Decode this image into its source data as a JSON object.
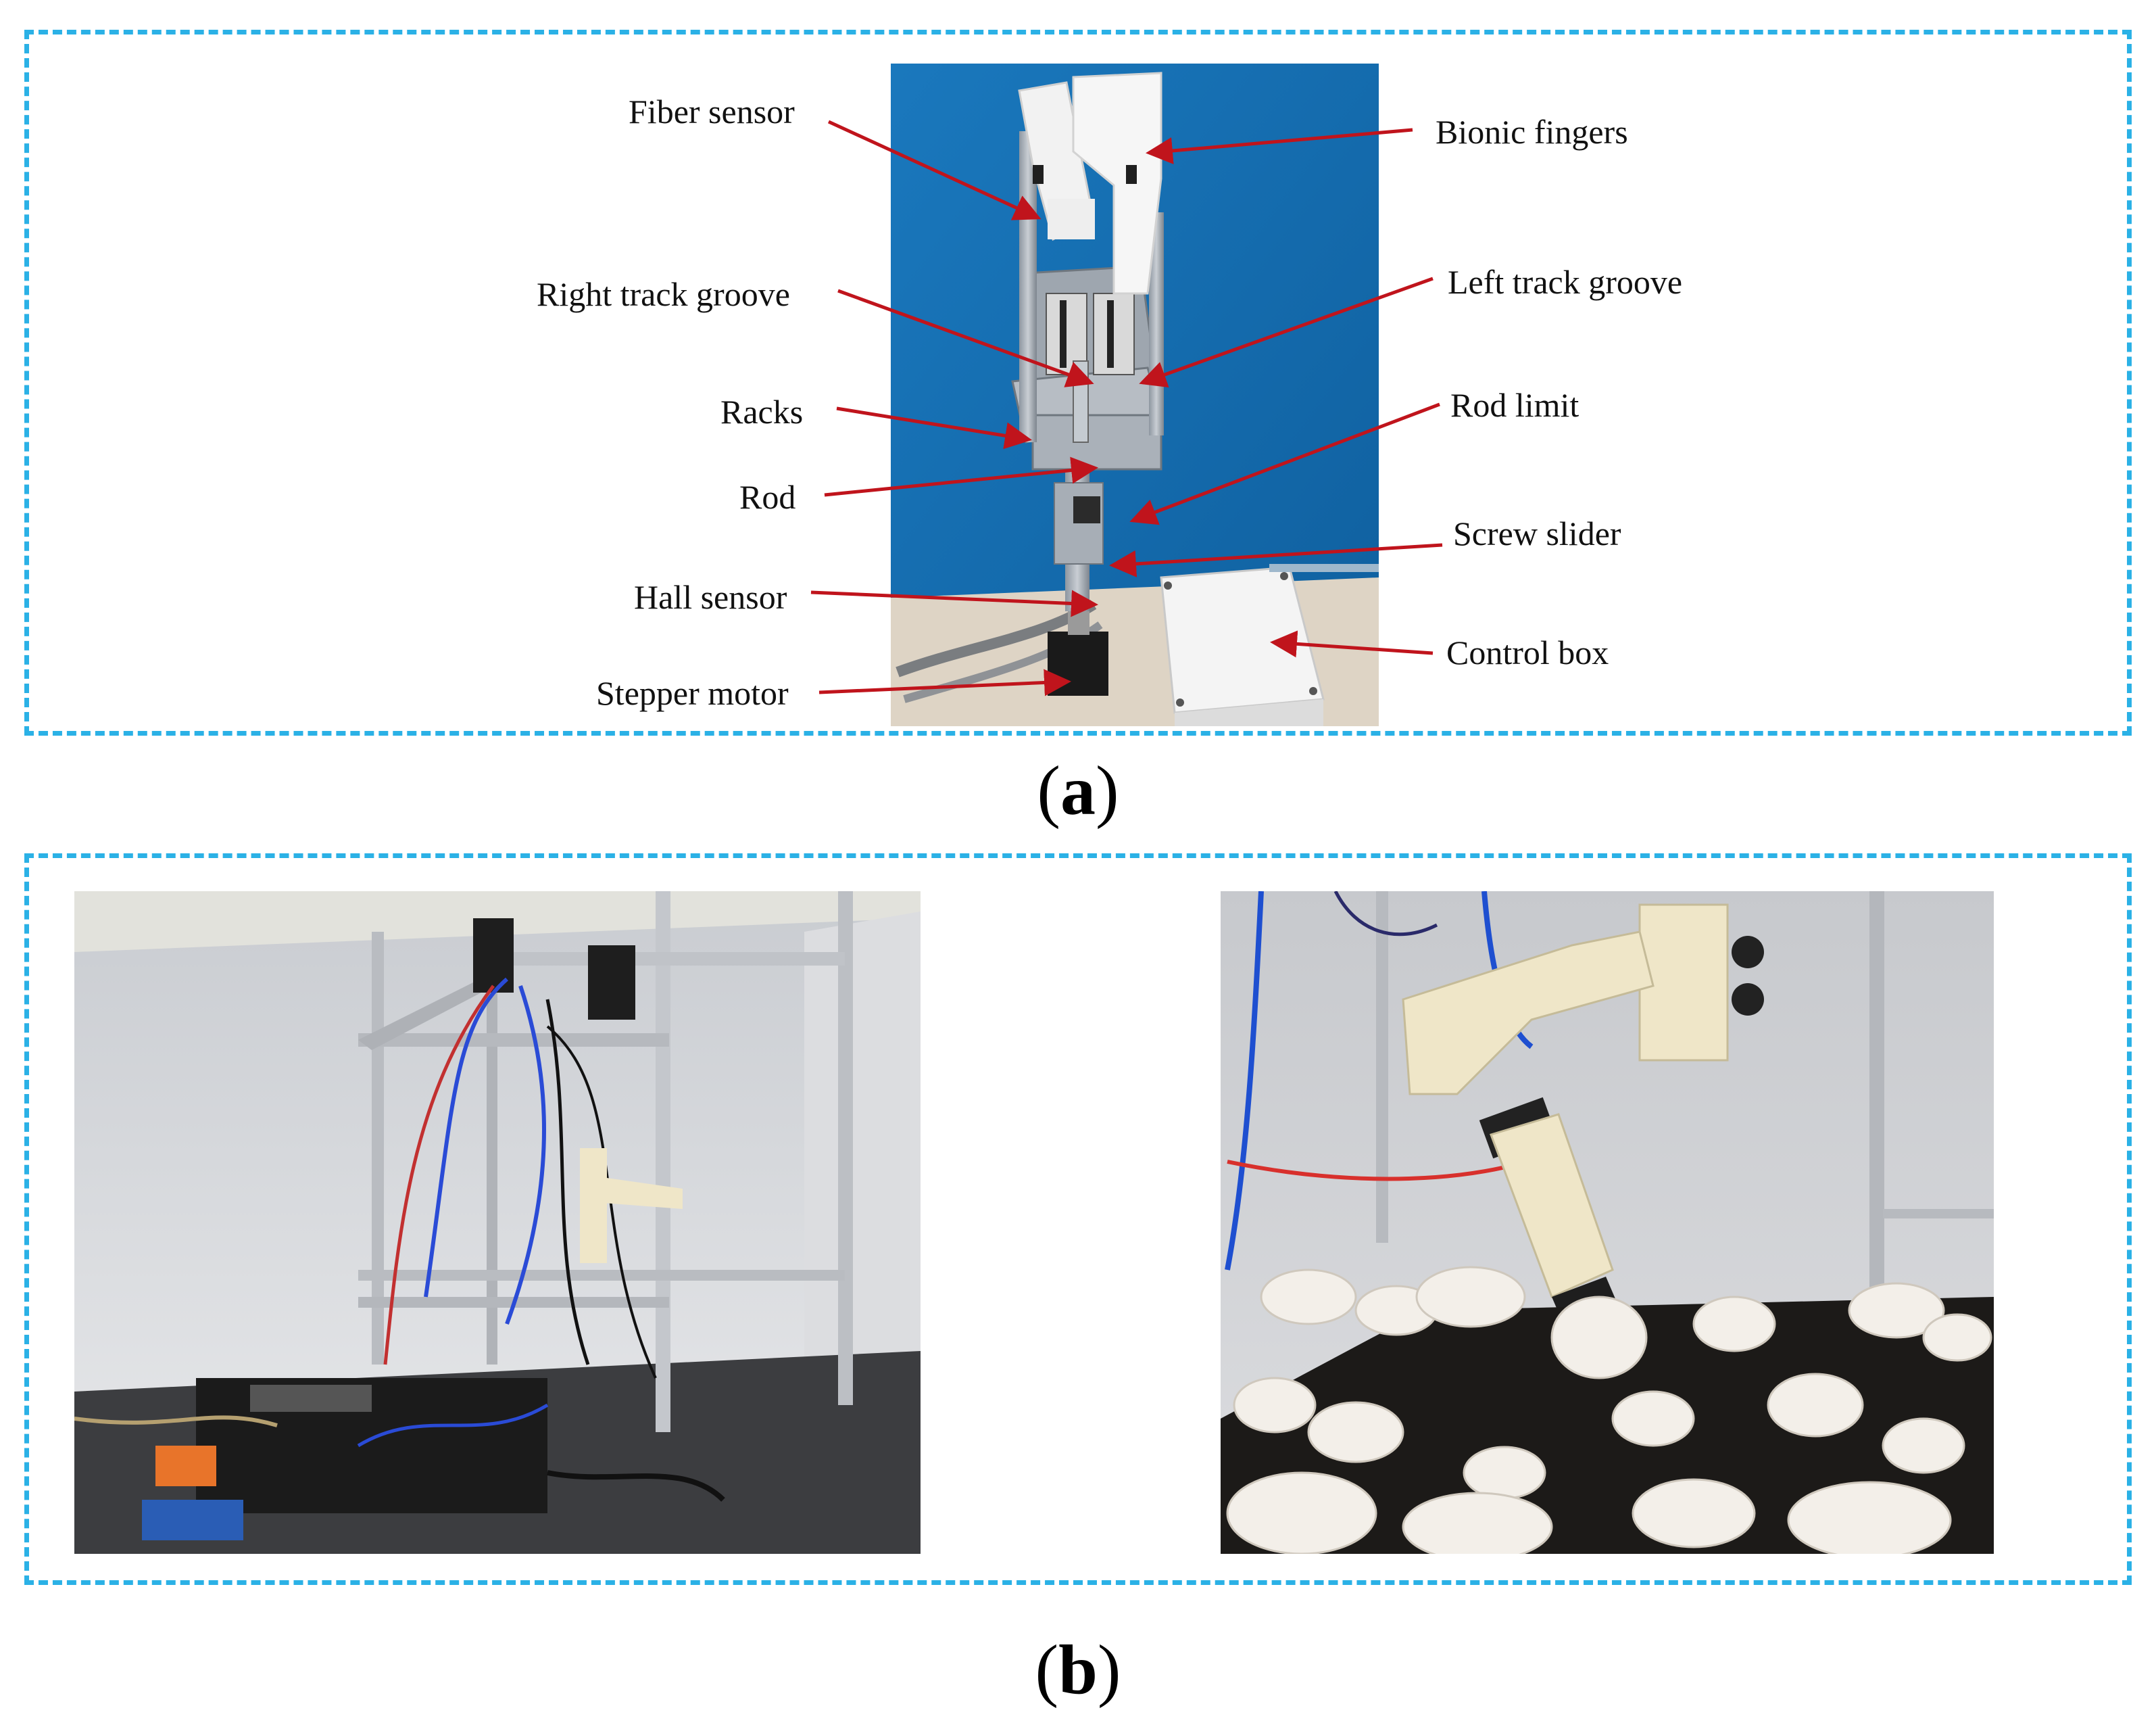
{
  "figure": {
    "panel_a": {
      "label_prefix": "(",
      "label_letter": "a",
      "label_suffix": ")",
      "callouts_left": [
        {
          "id": "fiber-sensor",
          "text": "Fiber sensor"
        },
        {
          "id": "right-track-groove",
          "text": "Right track groove"
        },
        {
          "id": "racks",
          "text": "Racks"
        },
        {
          "id": "rod",
          "text": "Rod"
        },
        {
          "id": "hall-sensor",
          "text": "Hall sensor"
        },
        {
          "id": "stepper-motor",
          "text": "Stepper motor"
        }
      ],
      "callouts_right": [
        {
          "id": "bionic-fingers",
          "text": "Bionic fingers"
        },
        {
          "id": "left-track-groove",
          "text": "Left track groove"
        },
        {
          "id": "rod-limit",
          "text": "Rod limit"
        },
        {
          "id": "screw-slider",
          "text": "Screw slider"
        },
        {
          "id": "control-box",
          "text": "Control box"
        }
      ]
    },
    "panel_b": {
      "label_prefix": "(",
      "label_letter": "b",
      "label_suffix": ")"
    },
    "colors": {
      "frame_dash": "#2bb1e6",
      "arrow": "#c0141c",
      "photo_a_background": "#1570b4"
    }
  }
}
